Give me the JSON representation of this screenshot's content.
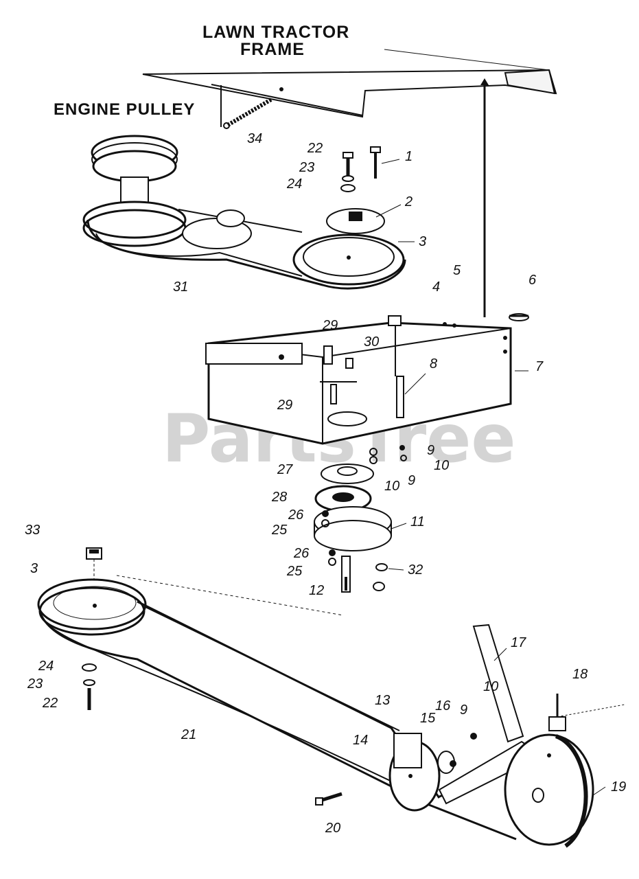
{
  "headings": {
    "frame_line1": "LAWN  TRACTOR",
    "frame_line2": "FRAME",
    "engine_pulley": "ENGINE  PULLEY"
  },
  "watermark": "PartsTree",
  "callouts": [
    "34",
    "22",
    "1",
    "23",
    "24",
    "2",
    "3",
    "31",
    "4",
    "5",
    "6",
    "29",
    "30",
    "8",
    "7",
    "29",
    "9",
    "10",
    "27",
    "10",
    "9",
    "28",
    "26",
    "25",
    "11",
    "33",
    "3",
    "26",
    "25",
    "32",
    "12",
    "17",
    "24",
    "23",
    "22",
    "18",
    "10",
    "13",
    "16",
    "9",
    "15",
    "21",
    "14",
    "19",
    "20"
  ]
}
